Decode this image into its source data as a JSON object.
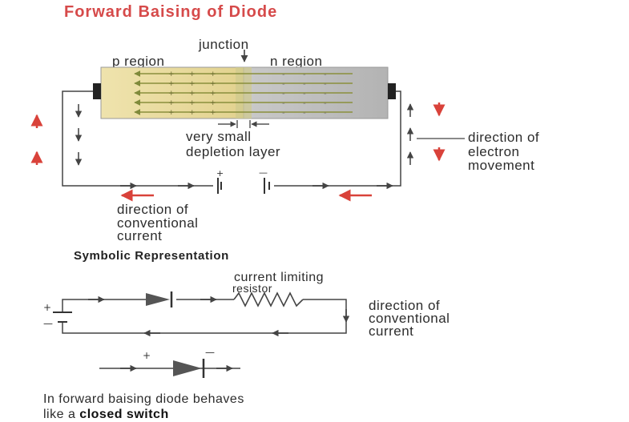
{
  "title": "Forward Baising of Diode",
  "junction_label": "junction",
  "p_region_label": "p region",
  "n_region_label": "n region",
  "depletion_line1": "very small",
  "depletion_line2": "depletion layer",
  "electron_dir_line1": "direction of",
  "electron_dir_line2": "electron",
  "electron_dir_line3": "movement",
  "conv_line1": "direction of",
  "conv_line2": "conventional",
  "conv_line3": "current",
  "symbolic_heading": "Symbolic Representation",
  "resistor_line1": "current limiting",
  "resistor_line2": "resistor",
  "sym_conv_line1": "direction of",
  "sym_conv_line2": "conventional",
  "sym_conv_line3": "current",
  "footer_text": "In forward baising diode behaves",
  "footer_prefix": "like a ",
  "footer_bold": "closed switch",
  "colors": {
    "title": "#d64a4a",
    "p_region": "#e9dca4",
    "n_region": "#bdbdbd",
    "arrow_red": "#d9423a",
    "wire": "#444444",
    "diode": "#555555"
  }
}
